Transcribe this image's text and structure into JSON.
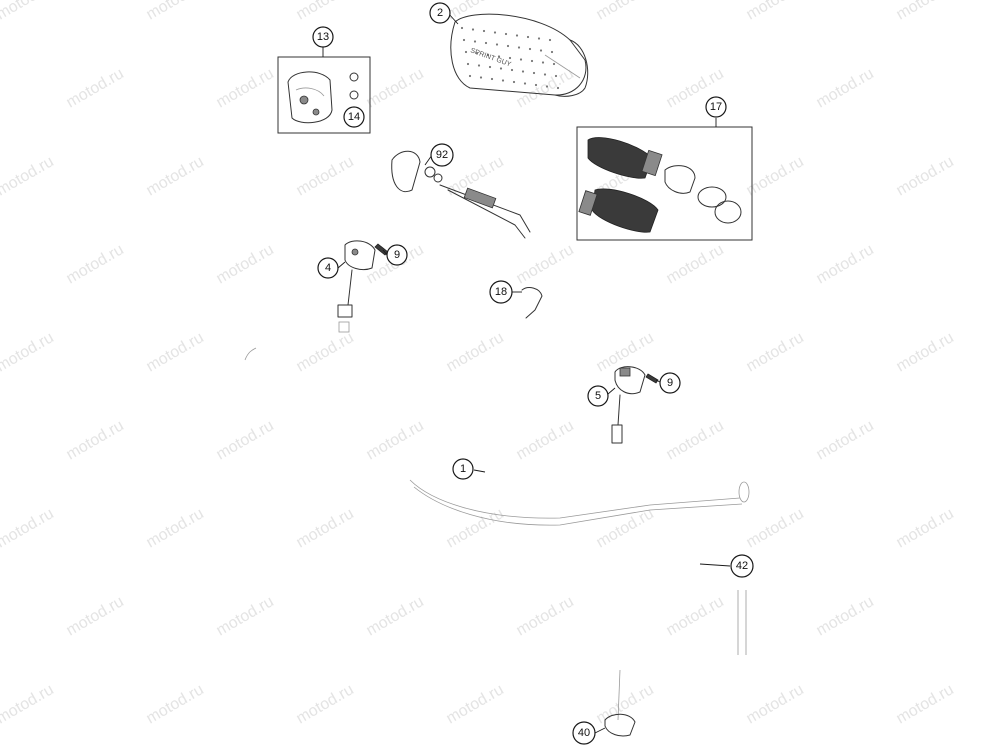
{
  "watermark": {
    "text": "motod.ru",
    "color": "#e4e4e4"
  },
  "foam_pad": {
    "printed_text": "SPRINT GUY"
  },
  "callouts": [
    {
      "label": "2"
    },
    {
      "label": "13"
    },
    {
      "label": "14"
    },
    {
      "label": "17"
    },
    {
      "label": "92"
    },
    {
      "label": "4"
    },
    {
      "label": "9"
    },
    {
      "label": "18"
    },
    {
      "label": "5"
    },
    {
      "label": "9"
    },
    {
      "label": "1"
    },
    {
      "label": "42"
    },
    {
      "label": "40"
    }
  ],
  "colors": {
    "line": "#1a1a1a",
    "background": "#ffffff"
  }
}
